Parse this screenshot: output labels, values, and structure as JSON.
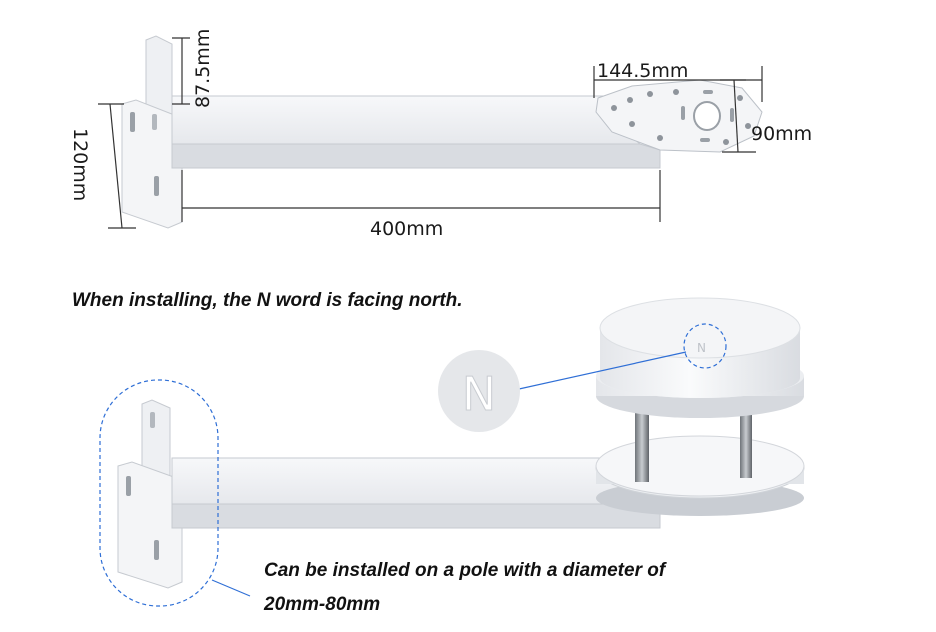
{
  "dimensions": {
    "bracket_height": "87.5mm",
    "plate_height": "120mm",
    "arm_length": "400mm",
    "flange_width": "144.5mm",
    "flange_depth": "90mm"
  },
  "sensor_marking": "N",
  "captions": {
    "install_note": "When installing, the N word is facing north.",
    "pole_line1": "Can be installed on a pole with a diameter of",
    "pole_line2": "20mm-80mm"
  },
  "colors": {
    "body_white": "#f2f3f5",
    "shadow_grey": "#d3d6db",
    "edge_grey": "#bcc1c8",
    "callout_blue": "#2f6fd6",
    "dimension_line": "#333333"
  }
}
